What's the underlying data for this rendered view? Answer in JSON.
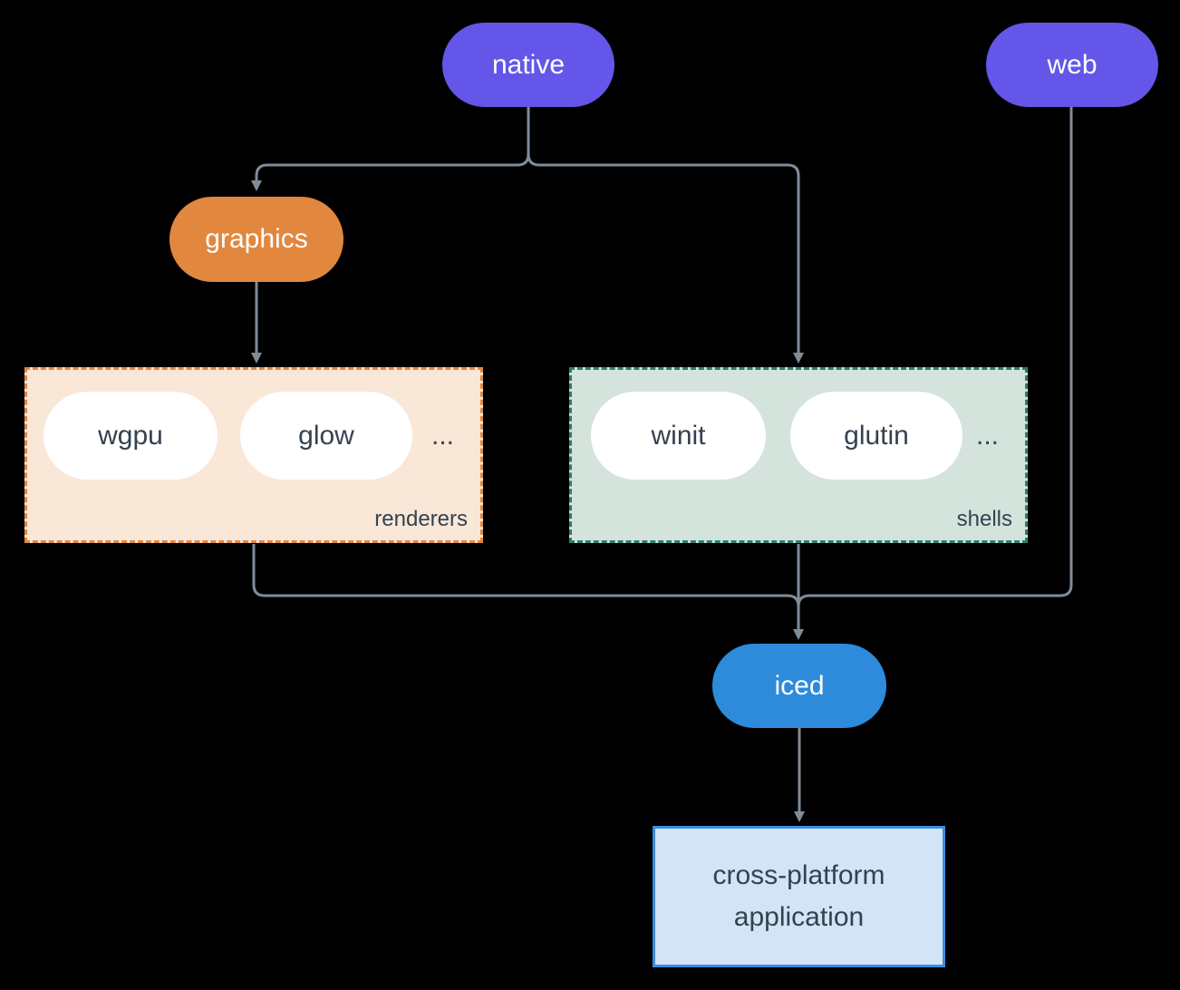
{
  "canvas": {
    "background": "#000000"
  },
  "colors": {
    "bg": "#000000",
    "purple": "#6456e8",
    "orange": "#e2873e",
    "blue": "#2e8bdb",
    "arrow": "#7f8c99",
    "ink": "#344250",
    "renderers_fill": "#f9e7d8",
    "renderers_border": "#e2873e",
    "shells_fill": "#d4e3dc",
    "shells_border": "#2e7d6e",
    "app_fill": "#d2e4f6",
    "app_border": "#3a8ede"
  },
  "nodes": {
    "native": {
      "label": "native"
    },
    "web": {
      "label": "web"
    },
    "graphics": {
      "label": "graphics"
    },
    "iced": {
      "label": "iced"
    },
    "application": {
      "line1": "cross-platform",
      "line2": "application"
    }
  },
  "groups": {
    "renderers": {
      "label": "renderers",
      "items": [
        "wgpu",
        "glow"
      ],
      "more": "..."
    },
    "shells": {
      "label": "shells",
      "items": [
        "winit",
        "glutin"
      ],
      "more": "..."
    }
  }
}
